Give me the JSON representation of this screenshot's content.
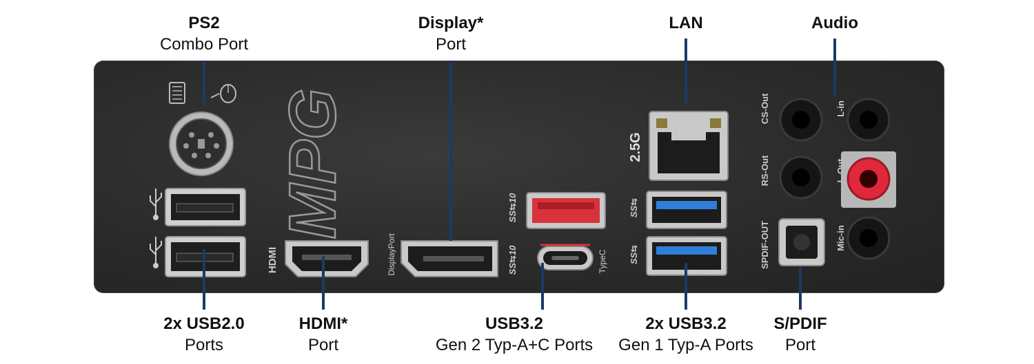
{
  "labels": {
    "ps2": {
      "title": "PS2",
      "sub": "Combo Port"
    },
    "display": {
      "title": "Display*",
      "sub": "Port"
    },
    "lan": {
      "title": "LAN",
      "sub": ""
    },
    "audio": {
      "title": "Audio",
      "sub": ""
    },
    "usb20": {
      "title": "2x USB2.0",
      "sub": "Ports"
    },
    "hdmi": {
      "title": "HDMI*",
      "sub": "Port"
    },
    "usb32g2": {
      "title": "USB3.2",
      "sub": "Gen 2 Typ-A+C Ports"
    },
    "usb32g1": {
      "title": "2x USB3.2",
      "sub": "Gen 1 Typ-A Ports"
    },
    "spdif": {
      "title": "S/PDIF",
      "sub": "Port"
    }
  },
  "panel_text": {
    "brand": "MPG",
    "hdmi": "HDMI",
    "displayport": "DisplayPort",
    "speed": "2.5G",
    "ss10_a": "SS⇆10",
    "ss10_b": "SS⇆10",
    "ss_a": "SS⇆",
    "ss_b": "SS⇆",
    "typec": "TypeC",
    "spdif_out": "SPDIF-OUT",
    "cs_out": "CS-Out",
    "rs_out": "RS-Out",
    "l_in": "L-in",
    "l_out": "L-Out",
    "mic_in": "Mic-in"
  },
  "colors": {
    "leader": "#1b3a66",
    "usb3_blue": "#2f7fd8",
    "usb32_red": "#d8323a",
    "audio_red": "#e0283a"
  }
}
